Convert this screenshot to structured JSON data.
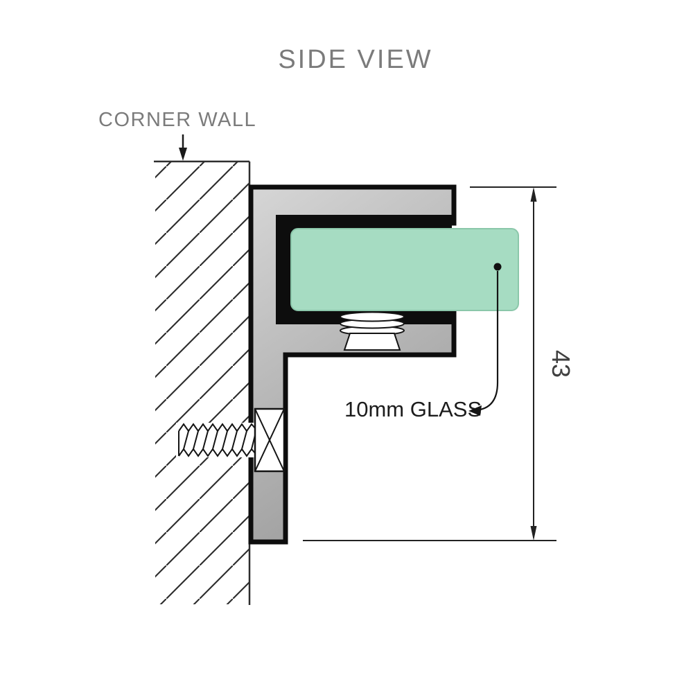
{
  "title": "SIDE VIEW",
  "wall": {
    "label": "CORNER WALL"
  },
  "glass": {
    "label": "10mm GLASS",
    "fill": "#a6dcc2",
    "edge": "#8bc7aa"
  },
  "dimension": {
    "value": "43"
  },
  "colors": {
    "bracket_light": "#d6d6d6",
    "bracket_dark": "#8d8d8d",
    "label_gray": "#7b7b7b",
    "line_black": "#141414"
  }
}
